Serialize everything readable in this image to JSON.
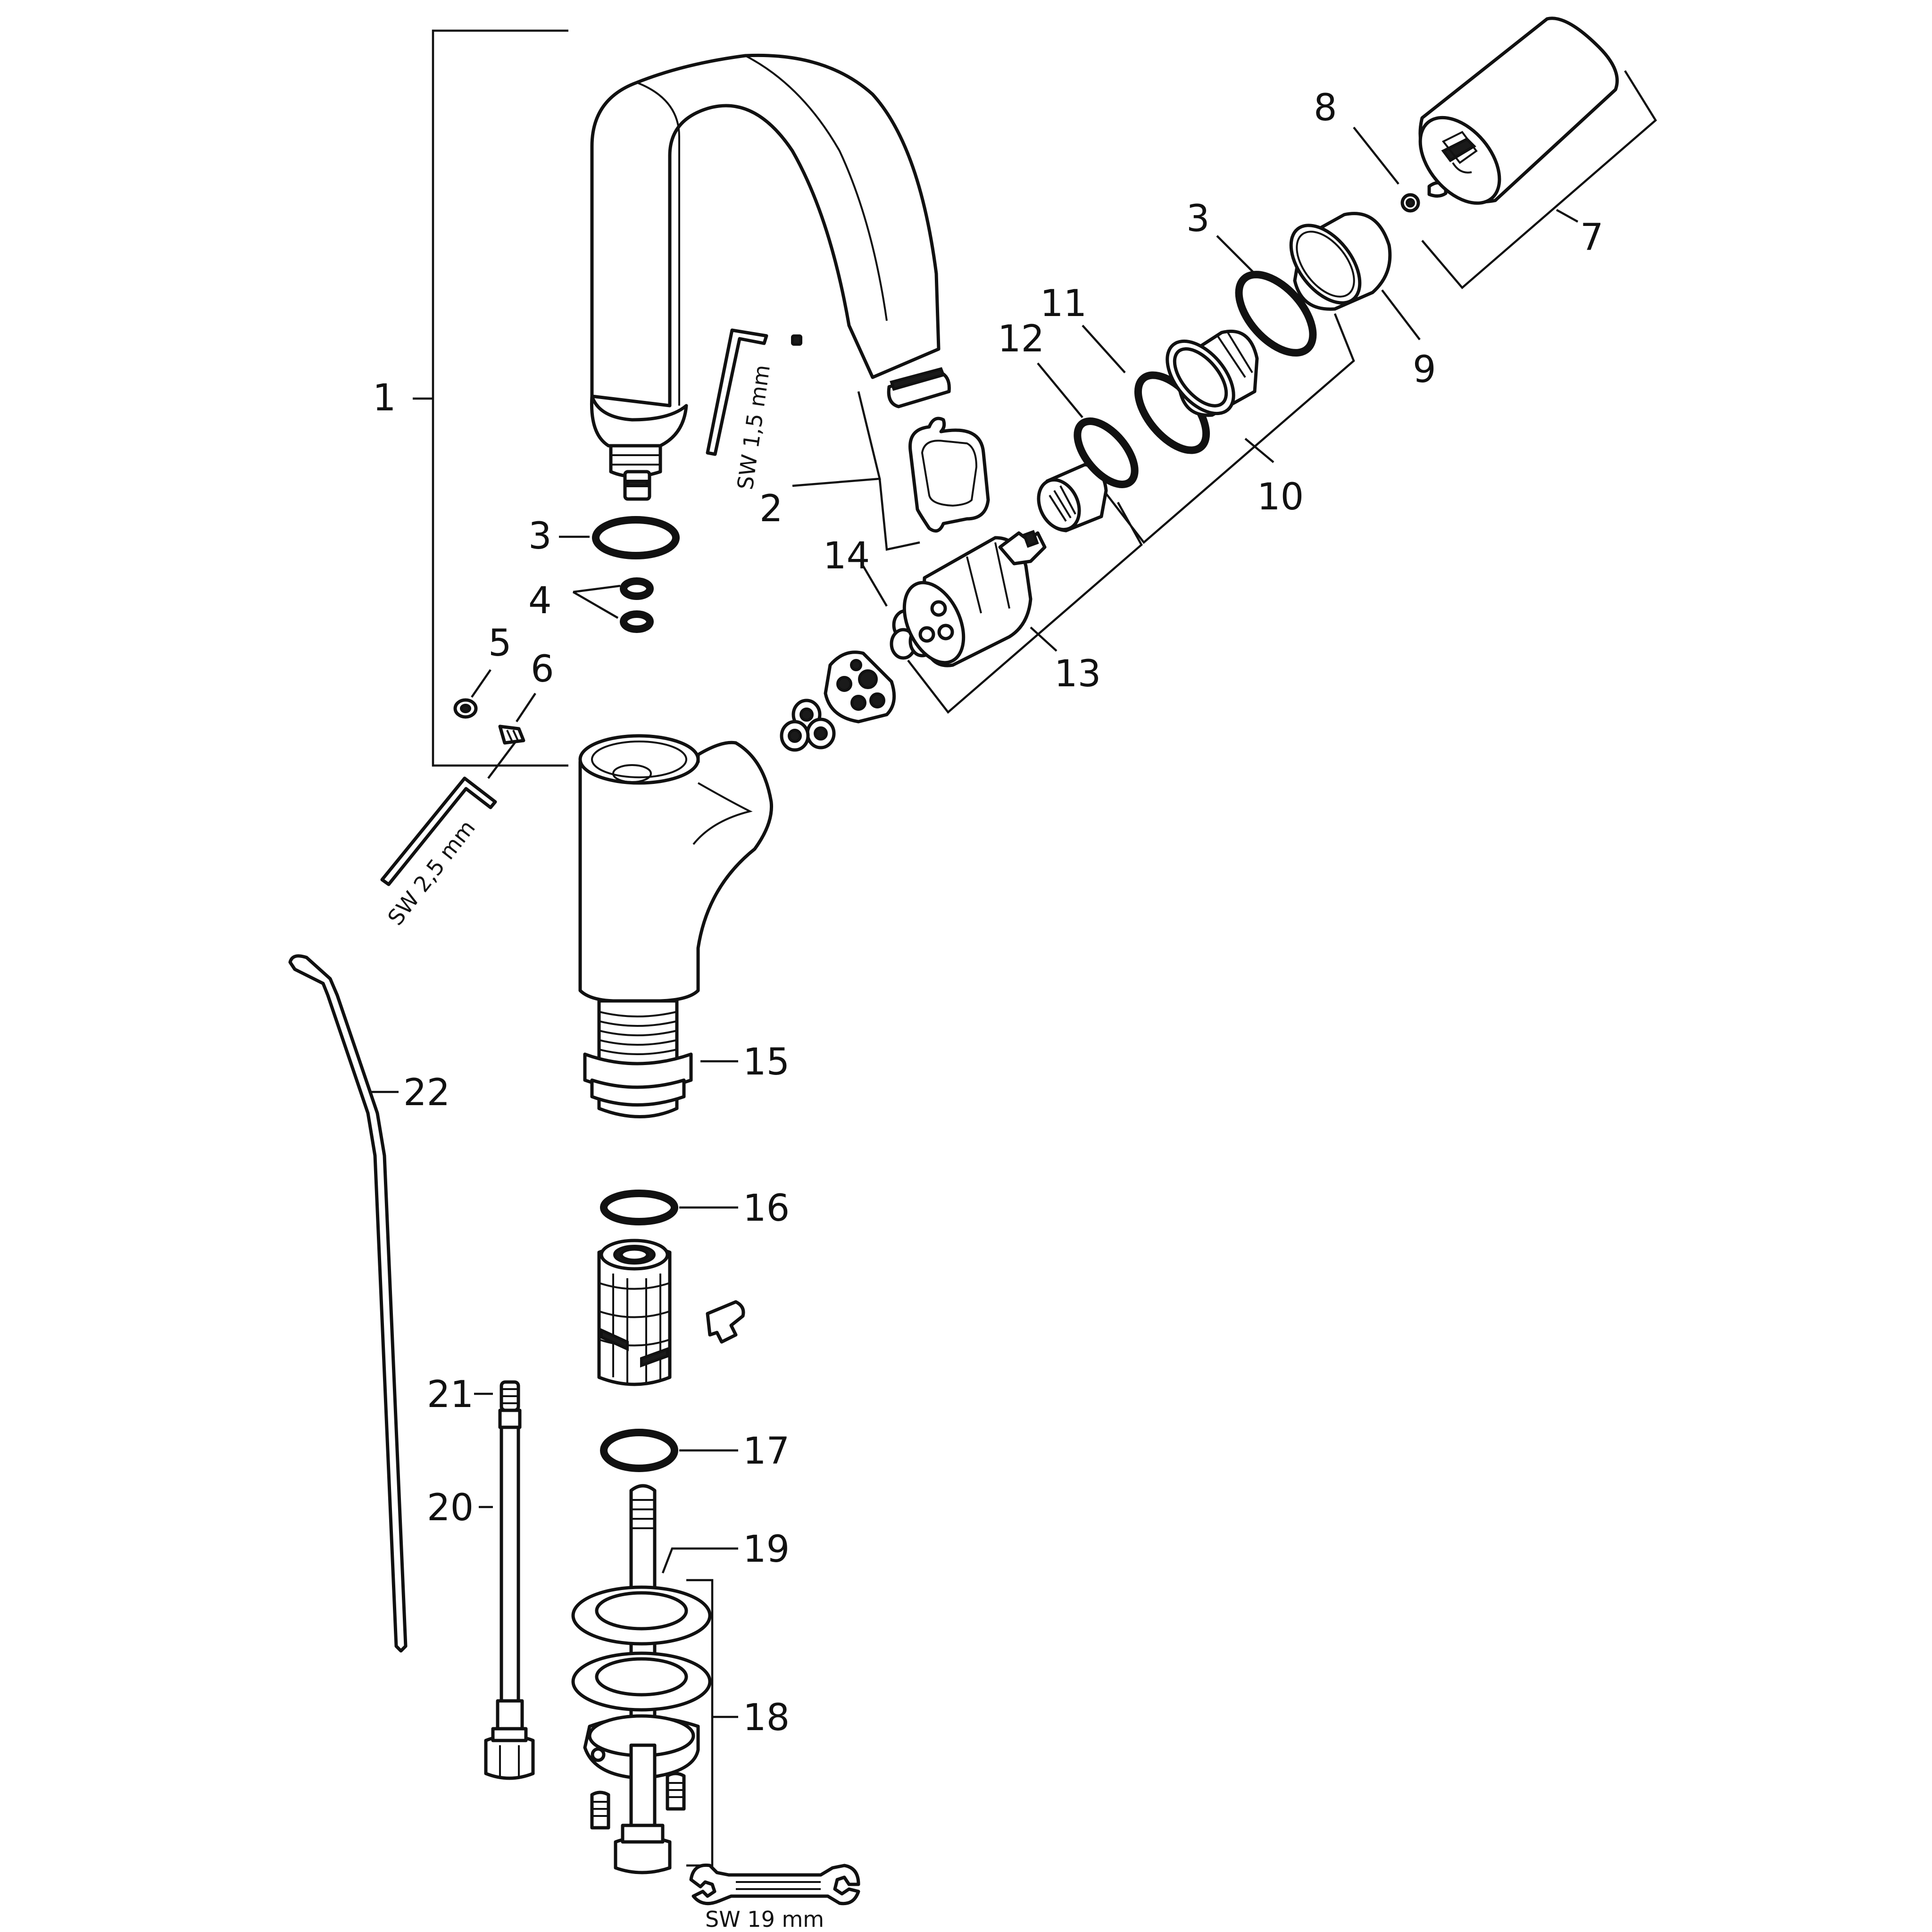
{
  "callouts": {
    "c1": "1",
    "c2": "2",
    "c3a": "3",
    "c3b": "3",
    "c4": "4",
    "c5": "5",
    "c6": "6",
    "c7": "7",
    "c8": "8",
    "c9": "9",
    "c10": "10",
    "c11": "11",
    "c12": "12",
    "c13": "13",
    "c14": "14",
    "c15": "15",
    "c16": "16",
    "c17": "17",
    "c18": "18",
    "c19": "19",
    "c20": "20",
    "c21": "21",
    "c22": "22"
  },
  "tools": {
    "hex_key_small": "SW 1,5 mm",
    "hex_key_large": "SW 2,5 mm",
    "wrench": "SW 19 mm"
  }
}
